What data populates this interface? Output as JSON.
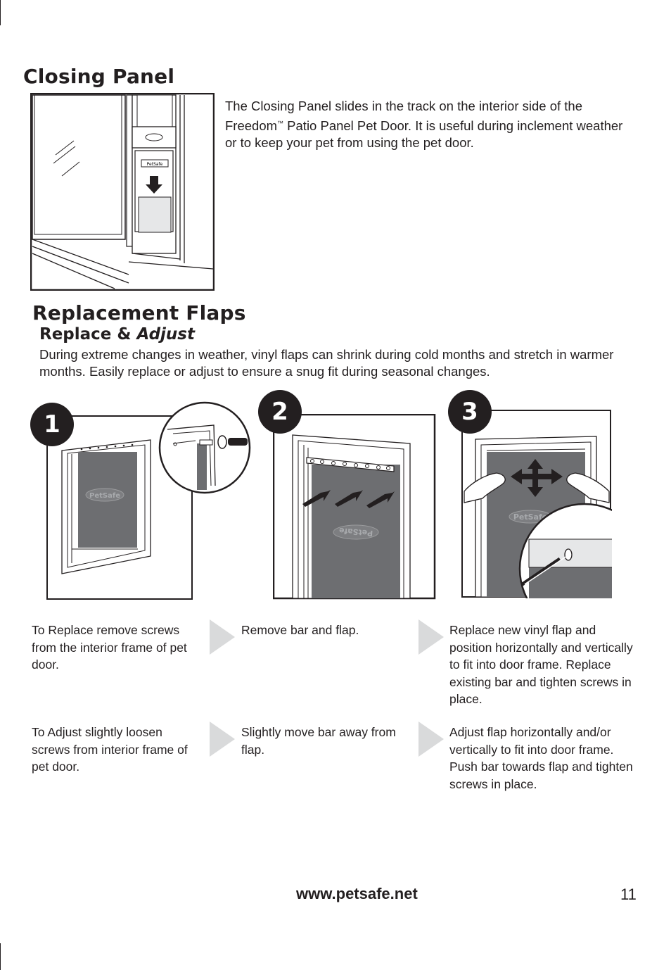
{
  "closing_panel": {
    "heading": "Closing Panel",
    "text_part1": "The Closing Panel slides in the track on the interior side of the Freedom",
    "trademark": "™",
    "text_part2": " Patio Panel Pet Door. It is useful during inclement weather or to keep your pet from using the pet door.",
    "logo_text": "PetSafe"
  },
  "replacement_flaps": {
    "heading": "Replacement Flaps",
    "subheading_plain": "Replace & ",
    "subheading_italic": "Adjust",
    "intro": "During extreme changes in weather, vinyl flaps can shrink during cold months and stretch in warmer months. Easily replace or adjust to ensure a snug fit during seasonal changes."
  },
  "steps": {
    "badges": [
      "1",
      "2",
      "3"
    ],
    "flap_logo": "PetSafe",
    "replace_row": [
      "To Replace remove screws from the interior frame of pet door.",
      "Remove bar and flap.",
      "Replace new vinyl flap and position horizontally and vertically to fit into door frame. Replace existing bar and tighten screws in place."
    ],
    "adjust_row": [
      "To Adjust slightly loosen screws from interior frame of pet door.",
      "Slightly move bar away from flap.",
      "Adjust flap horizontally and/or vertically to fit into door frame. Push bar towards flap and tighten screws in place."
    ]
  },
  "footer": {
    "url": "www.petsafe.net",
    "page_number": "11"
  },
  "colors": {
    "ink": "#231f20",
    "flap_gray": "#6d6e71",
    "arrow_gray": "#d9dadb"
  }
}
